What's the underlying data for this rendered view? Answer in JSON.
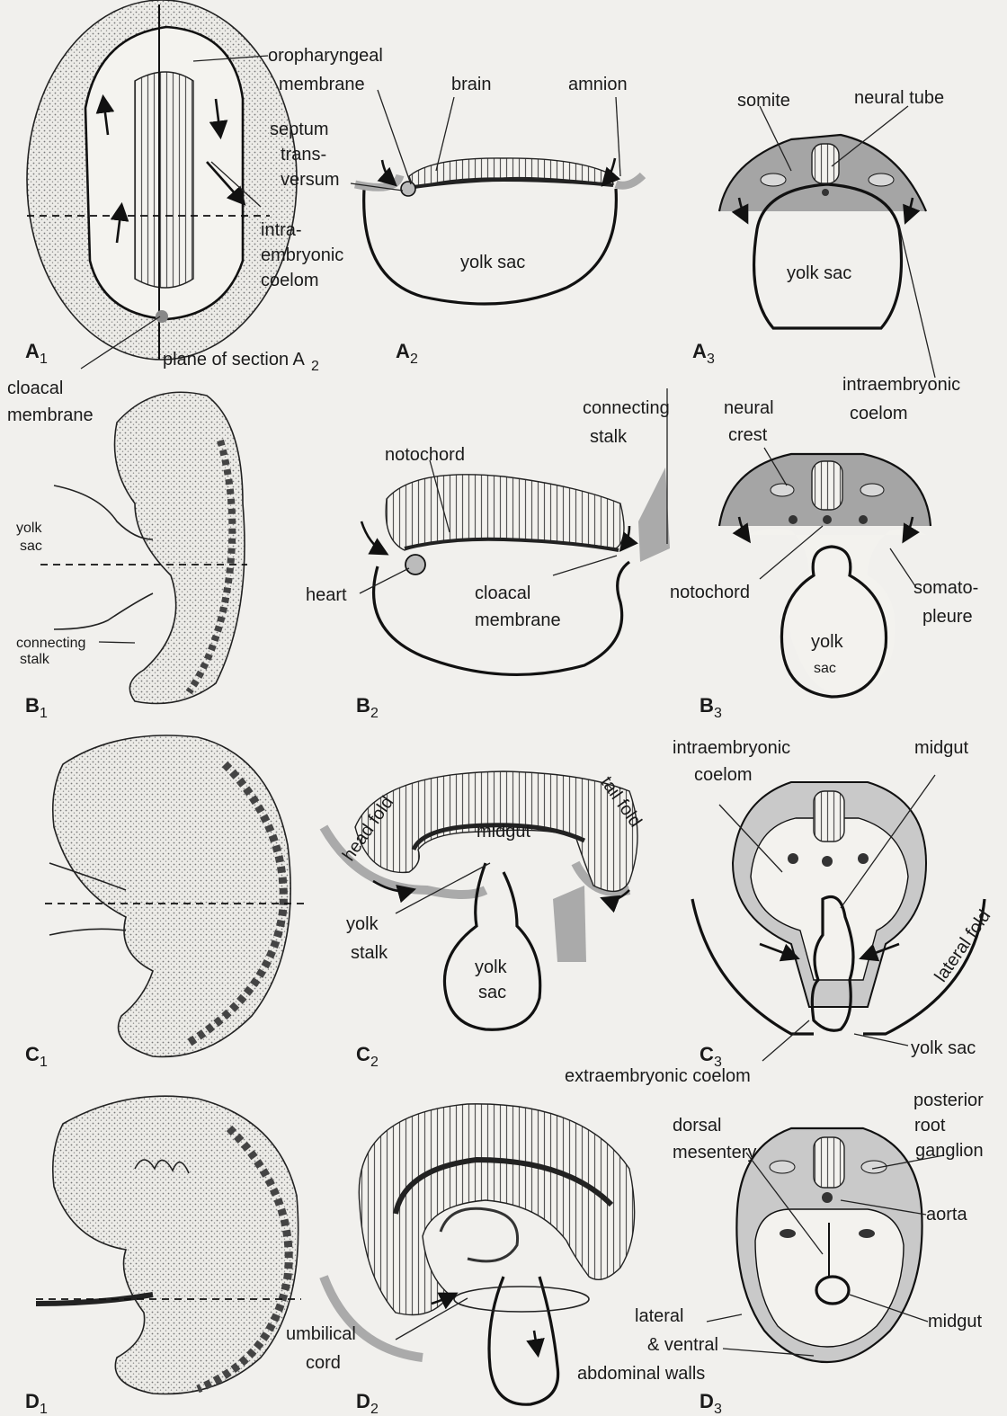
{
  "labels": {
    "oropharyngeal": "oropharyngeal",
    "membrane": "membrane",
    "brain": "brain",
    "amnion": "amnion",
    "somite": "somite",
    "neural_tube": "neural tube",
    "septum": "septum",
    "trans": "trans-",
    "versum": "versum",
    "intra": "intra-",
    "embryonic": "embryonic",
    "coelom": "coelom",
    "yolk_sac": "yolk sac",
    "plane_of_section": "plane of section A",
    "cloacal": "cloacal",
    "cloacal_membrane_b": "membrane",
    "intraembryonic": "intraembryonic",
    "coelom_a3": "coelom",
    "connecting": "connecting",
    "stalk": "stalk",
    "neural": "neural",
    "crest": "crest",
    "notochord": "notochord",
    "yolk": "yolk",
    "sac": "sac",
    "heart": "heart",
    "somato": "somato-",
    "pleure": "pleure",
    "connecting_stalk_b1": "connecting",
    "stalk_b1": "stalk",
    "intraembryonic_c3": "intraembryonic",
    "coelom_c3": "coelom",
    "midgut": "midgut",
    "head_fold": "head fold",
    "tail_fold": "tail fold",
    "lateral_fold": "lateral fold",
    "yolk_stalk_1": "yolk",
    "yolk_stalk_2": "stalk",
    "extraembryonic_coelom": "extraembryonic coelom",
    "posterior": "posterior",
    "root": "root",
    "ganglion": "ganglion",
    "dorsal": "dorsal",
    "mesentery": "mesentery",
    "aorta": "aorta",
    "umbilical": "umbilical",
    "cord": "cord",
    "lateral": "lateral",
    "and_ventral": "& ventral",
    "abdominal_walls": "abdominal walls"
  },
  "panels": {
    "A1": "A",
    "A2": "A",
    "A3": "A",
    "B1": "B",
    "B2": "B",
    "B3": "B",
    "C1": "C",
    "C2": "C",
    "C3": "C",
    "D1": "D",
    "D2": "D",
    "D3": "D",
    "sub1": "1",
    "sub2": "2",
    "sub3": "3"
  }
}
